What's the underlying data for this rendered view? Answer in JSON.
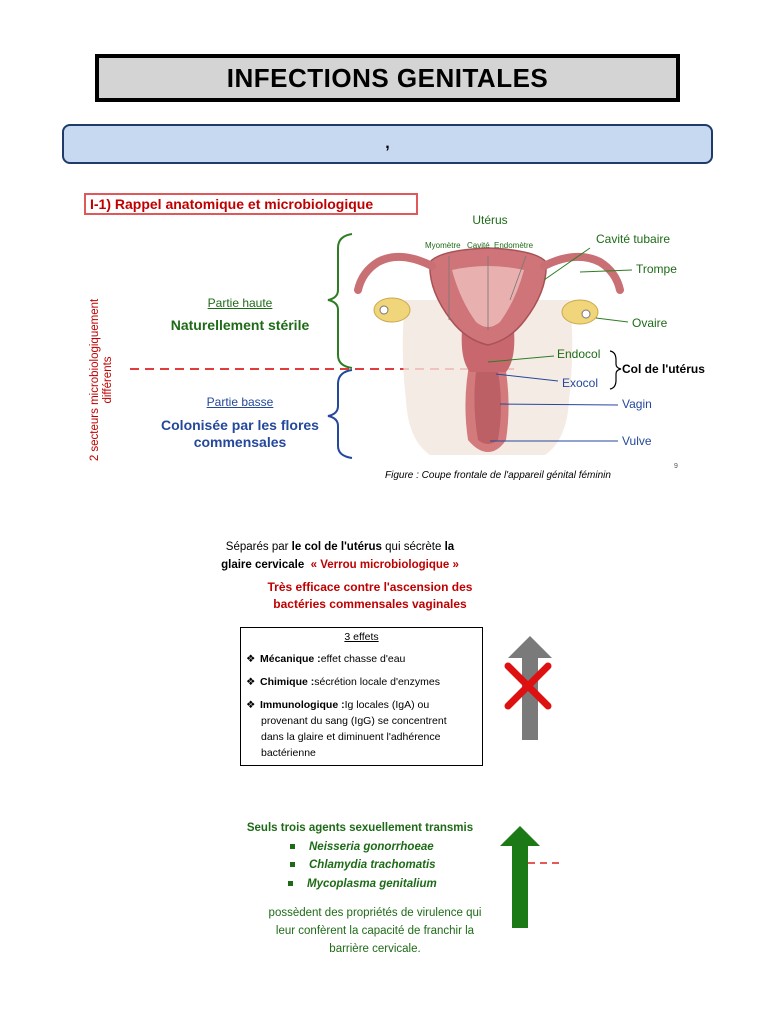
{
  "header": {
    "title": "INFECTIONS GENITALES",
    "banner_text": ","
  },
  "section": {
    "heading": "I-1) Rappel anatomique et microbiologique"
  },
  "diagram": {
    "vertical_label_line1": "2 secteurs microbiologiquement",
    "vertical_label_line2": "différents",
    "upper_part": {
      "title": "Partie haute",
      "description": "Naturellement stérile"
    },
    "lower_part": {
      "title": "Partie basse",
      "description_line1": "Colonisée par les flores",
      "description_line2": "commensales"
    },
    "labels": {
      "uterus": "Utérus",
      "myometre": "Myomètre",
      "cavite": "Cavité",
      "endometre": "Endomètre",
      "cavite_tubaire": "Cavité tubaire",
      "trompe": "Trompe",
      "ovaire": "Ovaire",
      "endocol": "Endocol",
      "exocol": "Exocol",
      "col_uterus": "Col de l'utérus",
      "vagin": "Vagin",
      "vulve": "Vulve"
    },
    "caption": "Figure : Coupe frontale de l'appareil génital féminin",
    "page_number": "9"
  },
  "separation": {
    "line1_a": "Séparés par ",
    "line1_b": "le col de l'utérus",
    "line1_c": " qui sécrète ",
    "line1_d": "la",
    "line2_a": "glaire cervicale",
    "line2_b": "« Verrou microbiologique »",
    "efficacy_line1": "Très efficace contre l'ascension des",
    "efficacy_line2": "bactéries commensales vaginales"
  },
  "effects": {
    "title": "3 effets",
    "items": [
      {
        "name": "Mécanique :",
        "text": "effet chasse d'eau"
      },
      {
        "name": "Chimique :",
        "text": "sécrétion locale d'enzymes"
      },
      {
        "name": "Immunologique :",
        "text": "Ig locales (IgA) ou"
      }
    ],
    "immuno_cont1": "provenant du sang (IgG) se concentrent",
    "immuno_cont2": "dans la glaire et diminuent l'adhérence",
    "immuno_cont3": "bactérienne"
  },
  "sti": {
    "heading": "Seuls trois agents sexuellement transmis",
    "agents": [
      "Neisseria gonorrhoeae",
      "Chlamydia trachomatis",
      "Mycoplasma genitalium"
    ],
    "conclusion_line1": "possèdent des propriétés de virulence qui",
    "conclusion_line2": "leur confèrent la capacité de franchir la",
    "conclusion_line3": "barrière cervicale."
  },
  "colors": {
    "green": "#1e6b17",
    "navy": "#24489b",
    "red": "#c00000",
    "banner": "#c6d9f0",
    "title_bg": "#d4d4d4"
  }
}
